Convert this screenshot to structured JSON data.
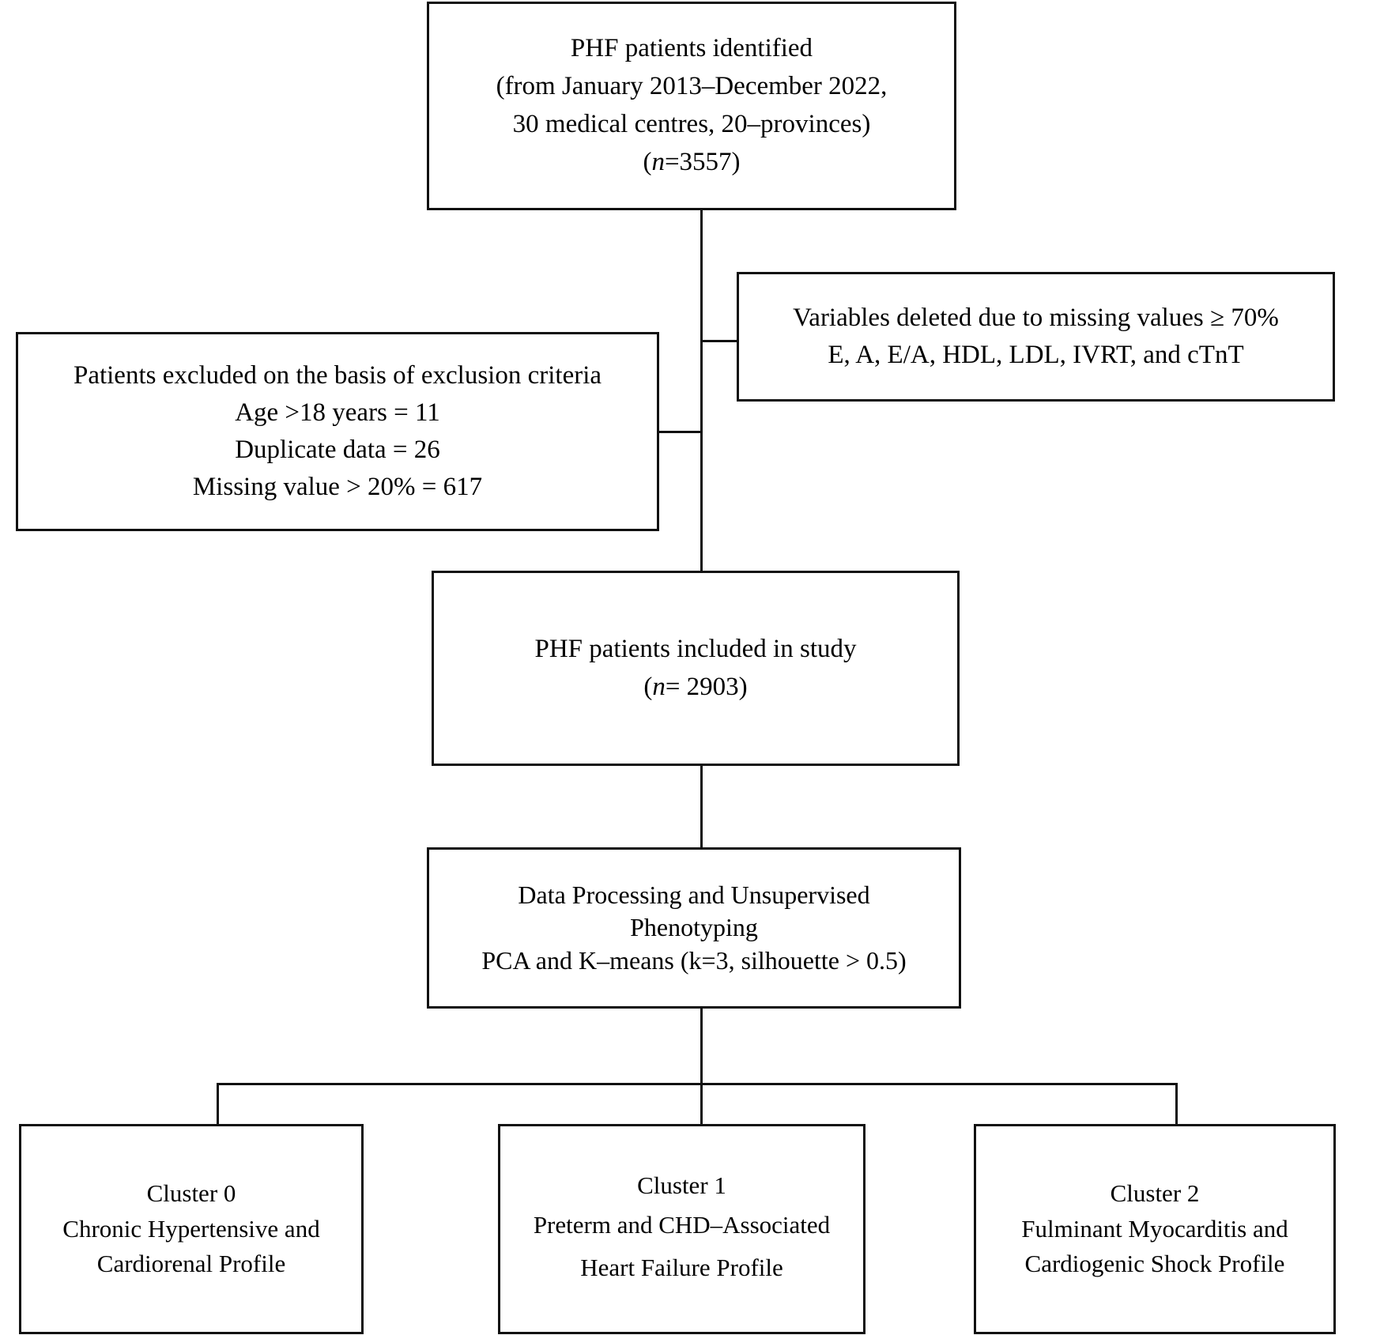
{
  "diagram": {
    "title": "PHF patient cohort flow diagram",
    "type": "flowchart",
    "line_color": "#111111",
    "background_color": "#ffffff"
  },
  "nodes": {
    "identified": {
      "name": "PHF patients identified",
      "line1": "PHF patients identified",
      "line2": "(from January 2013–December 2022,",
      "line3": "30 medical centres, 20–provinces)",
      "line4_prefix": "(",
      "line4_n": "n",
      "line4_suffix": "=3557)",
      "count": 3557
    },
    "variables_deleted": {
      "line1": "Variables deleted due to missing values ≥ 70%",
      "line2": "E, A, E/A, HDL, LDL, IVRT, and cTnT",
      "threshold": "≥ 70%",
      "variables": [
        "E",
        "A",
        "E/A",
        "HDL",
        "LDL",
        "IVRT",
        "cTnT"
      ]
    },
    "excluded": {
      "line1": "Patients excluded on the basis of exclusion criteria",
      "line2": "Age >18 years = 11",
      "line3": "Duplicate data = 26",
      "line4": "Missing value > 20% = 617",
      "criteria": [
        {
          "label": "Age >18 years",
          "value": 11
        },
        {
          "label": "Duplicate data",
          "value": 26
        },
        {
          "label": "Missing value > 20%",
          "value": 617
        }
      ]
    },
    "included": {
      "line1": "PHF patients included in study",
      "line2_prefix": "(",
      "line2_n": "n",
      "line2_suffix": "= 2903)",
      "count": 2903
    },
    "processing": {
      "line1": "Data Processing and Unsupervised",
      "line2": "Phenotyping",
      "line3": "PCA and  K–means (k=3, silhouette > 0.5)",
      "k": 3,
      "silhouette": "> 0.5"
    },
    "clusters": [
      {
        "title": "Cluster 0",
        "line1": "Chronic Hypertensive and",
        "line2": "Cardiorenal Profile"
      },
      {
        "title": "Cluster 1",
        "line1": "Preterm and CHD–Associated",
        "line2": "Heart Failure Profile"
      },
      {
        "title": "Cluster 2",
        "line1": "Fulminant Myocarditis and",
        "line2": "Cardiogenic Shock Profile"
      }
    ]
  }
}
